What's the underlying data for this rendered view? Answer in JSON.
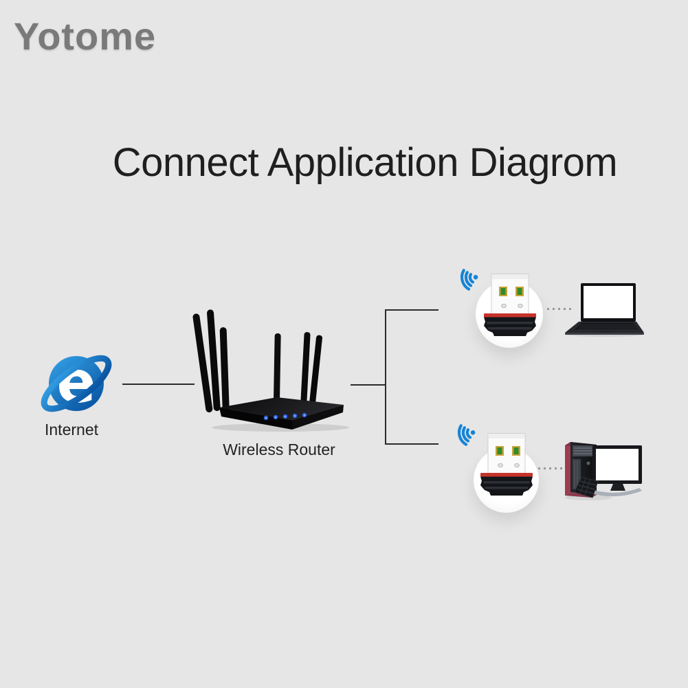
{
  "page": {
    "background_color": "#e6e6e6"
  },
  "watermark": {
    "text": "Yotome",
    "color": "#7a7a7a"
  },
  "title": {
    "text": "Connect Application Diagrom",
    "color": "#1f1f1f"
  },
  "diagram": {
    "internet": {
      "label": "Internet",
      "icon": "internet-explorer-e-logo",
      "logo_blue_light": "#35a3e8",
      "logo_blue_dark": "#0a55a3"
    },
    "router": {
      "label": "Wireless Router",
      "antenna_count": 6,
      "led_count": 5,
      "led_color": "#2f63e8",
      "body_color": "#111113"
    },
    "adapters": {
      "icon": "usb-wifi-adapter",
      "wifi_signal_color": "#1584d6",
      "accent_stripe_color": "#c6332b",
      "usb_contact_gold": "#c9a236",
      "usb_contact_green": "#2e8b2e"
    },
    "laptop": {
      "icon": "laptop"
    },
    "desktop": {
      "icon": "desktop-computer"
    },
    "connector_color": "#2b2b2b",
    "dotted_connector_color": "#999999"
  }
}
